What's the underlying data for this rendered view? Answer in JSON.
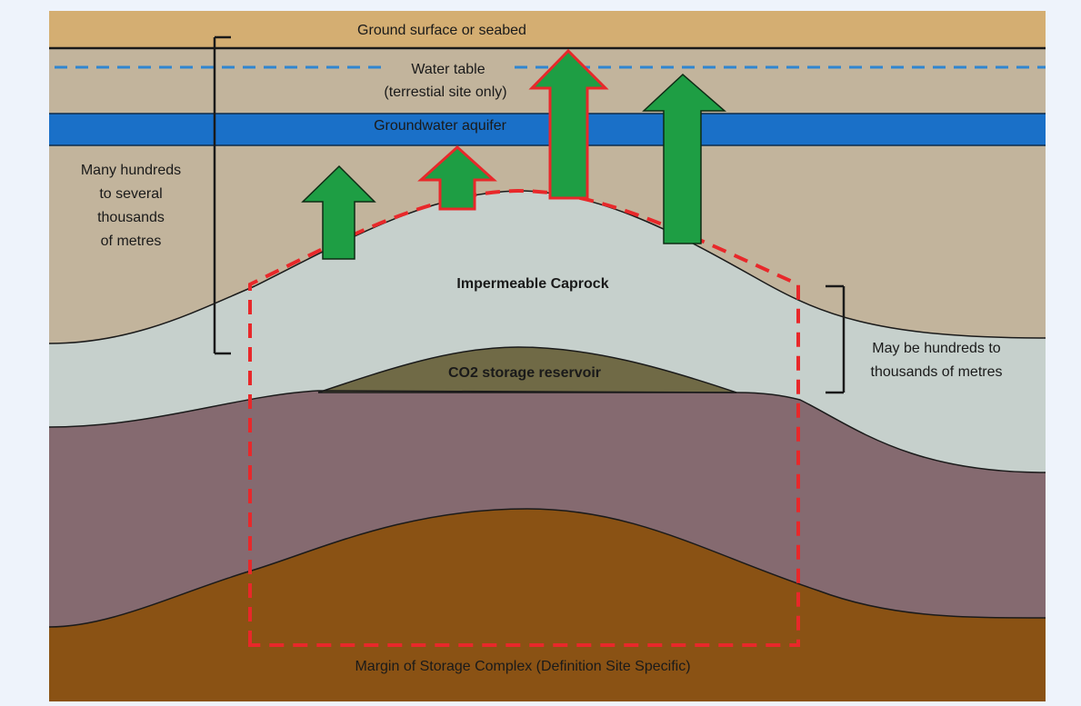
{
  "diagram": {
    "labels": {
      "ground_surface": "Ground surface or seabed",
      "water_table_line1": "Water table",
      "water_table_line2": "(terrestial site only)",
      "groundwater_aquifer": "Groundwater aquifer",
      "depth_left_line1": "Many hundreds",
      "depth_left_line2": "to several",
      "depth_left_line3": "thousands",
      "depth_left_line4": "of metres",
      "caprock": "Impermeable Caprock",
      "reservoir": "CO2 storage reservoir",
      "depth_right_line1": "May be hundreds to",
      "depth_right_line2": "thousands of metres",
      "margin": "Margin of Storage Complex (Definition Site Specific)"
    },
    "colors": {
      "surface_layer": "#d4ae72",
      "overburden": "#c2b49c",
      "aquifer": "#1a70c8",
      "water_table_dash": "#2f86d1",
      "caprock": "#c6d0cc",
      "reservoir": "#706a46",
      "purple_layer": "#856a70",
      "basement_brown": "#8a5214",
      "arrow_green": "#1e9e44",
      "arrow_red_outline": "#e8282a",
      "complex_margin": "#e8282a",
      "background_frame": "#eef3fb"
    },
    "icons": {
      "upward_arrows": "arrow-up-icon",
      "depth_brackets": "bracket-icon"
    }
  }
}
